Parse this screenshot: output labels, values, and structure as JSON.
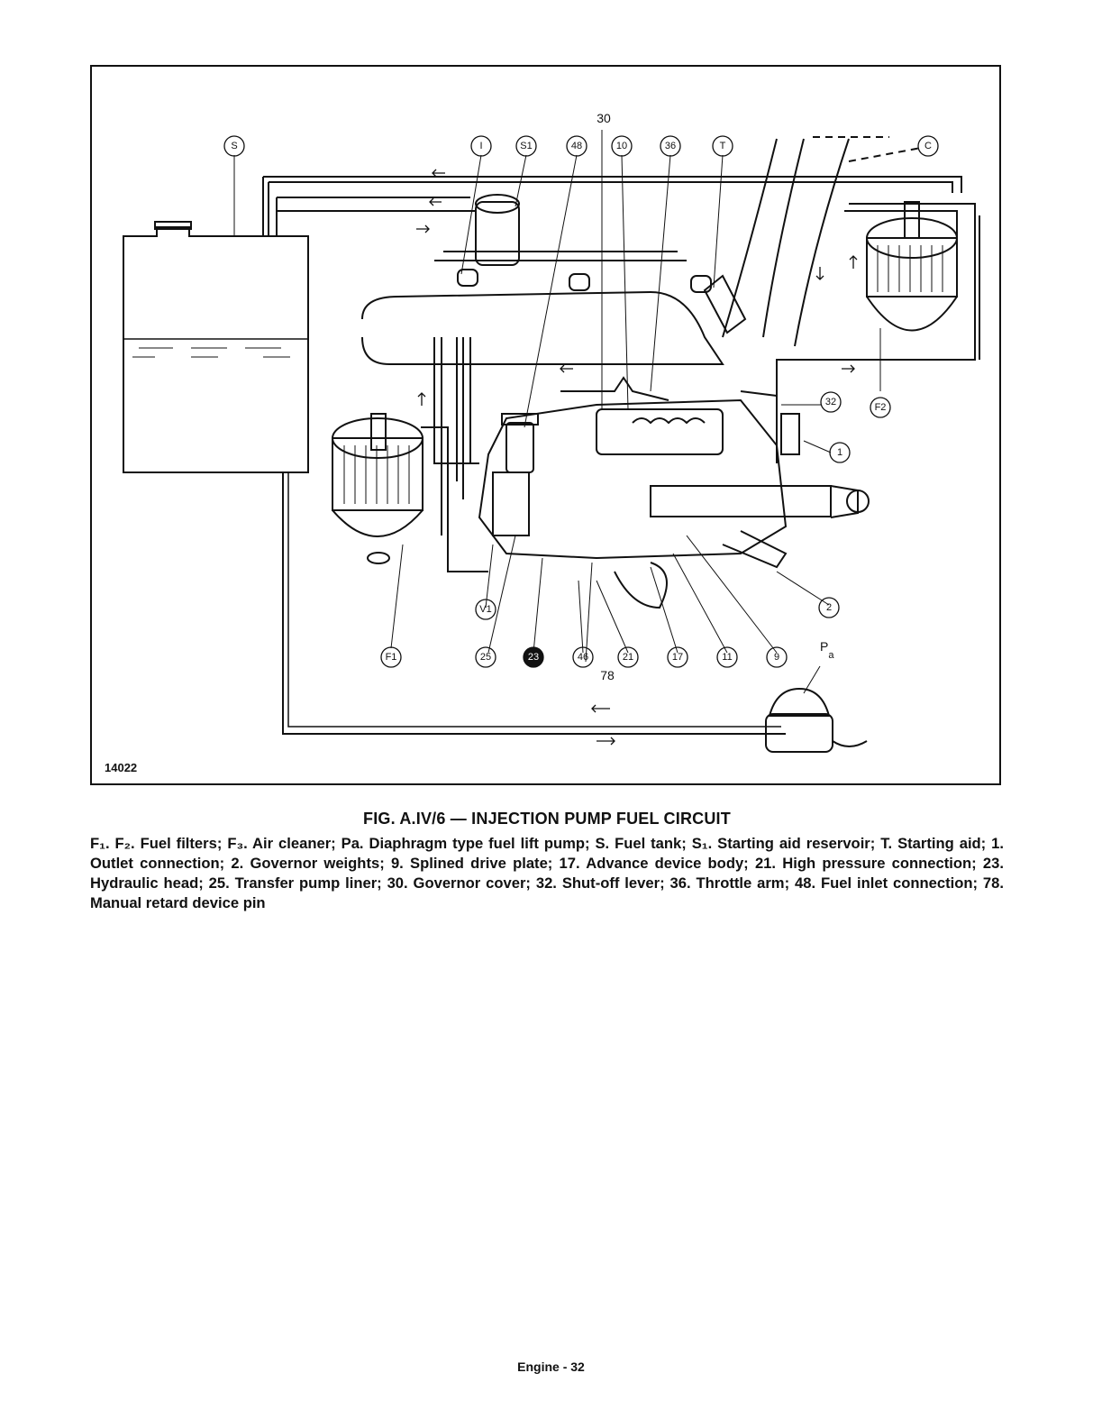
{
  "figure": {
    "number": "14022",
    "top_label": "30",
    "callouts": [
      "S",
      "I",
      "S1",
      "48",
      "10",
      "36",
      "T",
      "C",
      "F2",
      "32",
      "1",
      "2",
      "9",
      "11",
      "17",
      "21",
      "46",
      "23",
      "25",
      "V1",
      "F1",
      "Pa",
      "78"
    ],
    "callout_labels": {
      "S": "S",
      "I": "I",
      "S1": "S1",
      "n48": "48",
      "n10": "10",
      "n36": "36",
      "T": "T",
      "C": "C",
      "F2": "F2",
      "n32": "32",
      "n1": "1",
      "n2": "2",
      "n9": "9",
      "n11": "11",
      "n17": "17",
      "n21": "21",
      "n46": "46",
      "n23": "23",
      "n25": "25",
      "V1": "V1",
      "F1": "F1"
    },
    "pa_label": "Pa",
    "pa_main": "P",
    "pa_sub": "a",
    "label_78": "78",
    "colors": {
      "ink": "#111111",
      "paper": "#ffffff"
    }
  },
  "caption": {
    "title": "FIG. A.IV/6 — INJECTION PUMP FUEL CIRCUIT",
    "text": "F₁. F₂. Fuel filters; F₃. Air cleaner; Pa. Diaphragm type fuel lift pump; S. Fuel tank; S₁. Starting aid reservoir; T. Starting aid; 1. Outlet connection; 2. Governor weights; 9. Splined drive plate; 17. Advance device body; 21. High pressure connection; 23. Hydraulic head; 25. Transfer pump liner; 30. Governor cover; 32. Shut-off lever; 36. Throttle arm; 48. Fuel inlet connection; 78. Manual retard device pin"
  },
  "footer": {
    "page_label": "Engine - 32"
  }
}
